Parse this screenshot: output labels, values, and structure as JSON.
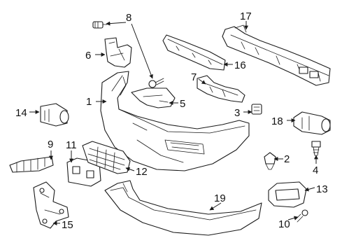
{
  "callouts": {
    "c1": "1",
    "c2": "2",
    "c3": "3",
    "c4": "4",
    "c5": "5",
    "c6": "6",
    "c7": "7",
    "c8": "8",
    "c9": "9",
    "c10": "10",
    "c11": "11",
    "c12": "12",
    "c13": "13",
    "c14": "14",
    "c15": "15",
    "c16": "16",
    "c17": "17",
    "c18": "18",
    "c19": "19"
  },
  "colors": {
    "line": "#1a1a1a",
    "background": "#ffffff"
  }
}
